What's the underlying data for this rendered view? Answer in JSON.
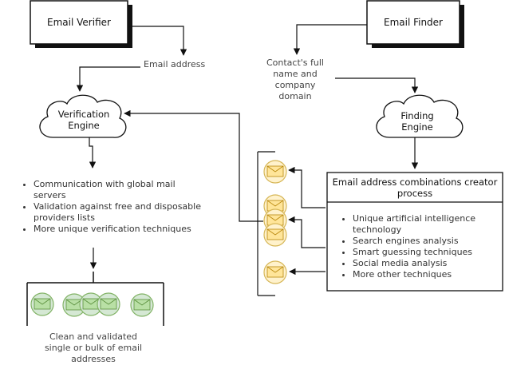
{
  "verifier": {
    "title": "Email Verifier",
    "input_label": "Email address",
    "engine_label": "Verification Engine",
    "features": [
      "Communication with global mail servers",
      "Validation against free and disposable providers lists",
      "More unique verification techniques"
    ],
    "output_label": "Clean and validated single or bulk of email addresses"
  },
  "finder": {
    "title": "Email Finder",
    "input_label": "Contact's full name and company domain",
    "engine_label": "Finding Engine",
    "process_title": "Email address combinations creator process",
    "techniques": [
      "Unique artificial intelligence technology",
      "Search engines analysis",
      "Smart guessing techniques",
      "Social media analysis",
      "More other techniques"
    ]
  },
  "colors": {
    "stroke": "#111111",
    "verified_fill": "#d5e8d4",
    "verified_stroke": "#82b366",
    "candidate_fill": "#fff2cc",
    "candidate_stroke": "#d6b656",
    "cloud_fill": "#ffffff"
  },
  "icons": {
    "email": "envelope-icon",
    "engine": "cloud-shape"
  }
}
